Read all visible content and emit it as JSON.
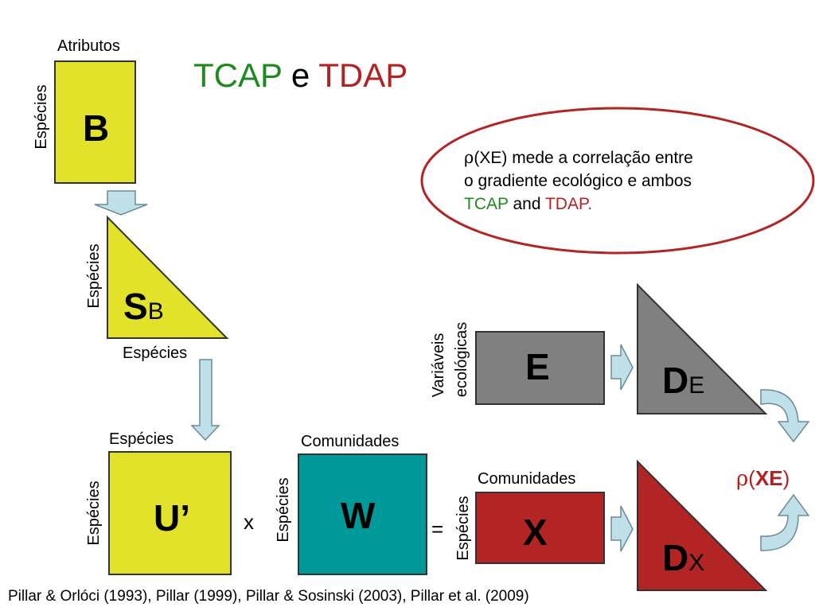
{
  "title": {
    "part1": "TCAP",
    "part2": " e ",
    "part3": "TDAP"
  },
  "colors": {
    "green": "#1f8a1f",
    "red": "#b22222",
    "yellow": "#e2e22a",
    "teal": "#009999",
    "gray": "#808080",
    "darkred": "#b32424",
    "arrow": "#bfe0e8"
  },
  "matrix_b": {
    "letter": "B",
    "top_label": "Atributos",
    "side_label": "Espécies"
  },
  "matrix_sb": {
    "letter": "S",
    "sub": "B",
    "side_label": "Espécies",
    "bottom_label": "Espécies"
  },
  "matrix_u": {
    "letter": "U’",
    "top_label": "Espécies",
    "side_label": "Espécies"
  },
  "times": "x",
  "matrix_w": {
    "letter": "W",
    "top_label": "Comunidades",
    "side_label": "Espécies"
  },
  "equals": "=",
  "matrix_x": {
    "letter": "X",
    "top_label": "Comunidades",
    "side_label": "Espécies"
  },
  "matrix_e": {
    "letter": "E",
    "side_label_1": "Variáveis",
    "side_label_2": "ecológicas"
  },
  "matrix_de": {
    "letter": "D",
    "sub": "E"
  },
  "matrix_dx": {
    "letter": "D",
    "sub": "X"
  },
  "rho": {
    "symbol": "ρ",
    "open": "(",
    "xe": "XE",
    "close": ")"
  },
  "callout": {
    "rho": "ρ",
    "line1": "(XE) mede a correlação entre",
    "line2": "o gradiente ecológico e ambos",
    "tcap": "TCAP",
    "and": " and ",
    "tdap": "TDAP."
  },
  "citation": "Pillar & Orlóci (1993), Pillar (1999), Pillar & Sosinski (2003), Pillar et al. (2009)"
}
